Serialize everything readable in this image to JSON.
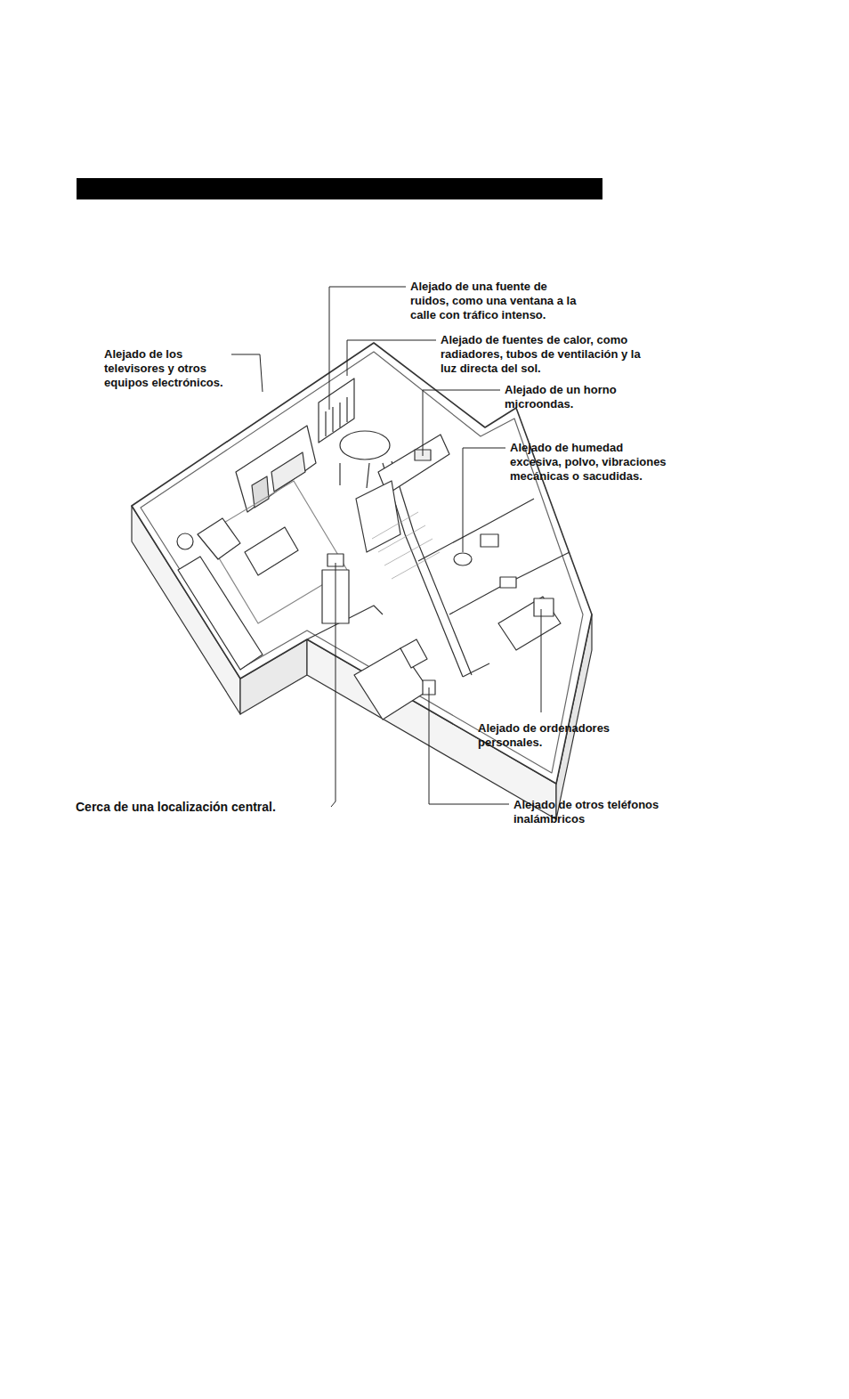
{
  "diagram": {
    "labels": [
      "Alejado de una fuente de ruidos, como una ventana a la calle con tráfico intenso.",
      "Alejado de los televisores y otros equipos electrónicos.",
      "Alejado de fuentes de calor, como radiadores, tubos de ventilación y la luz directa del sol.",
      "Alejado de un horno microondas.",
      "Alejado de humedad excesiva, polvo, vibraciones mecánicas o sacudidas.",
      "Alejado de ordenadores personales.",
      "Cerca de una localización central.",
      "Alejado de otros teléfonos inalámbricos"
    ]
  }
}
